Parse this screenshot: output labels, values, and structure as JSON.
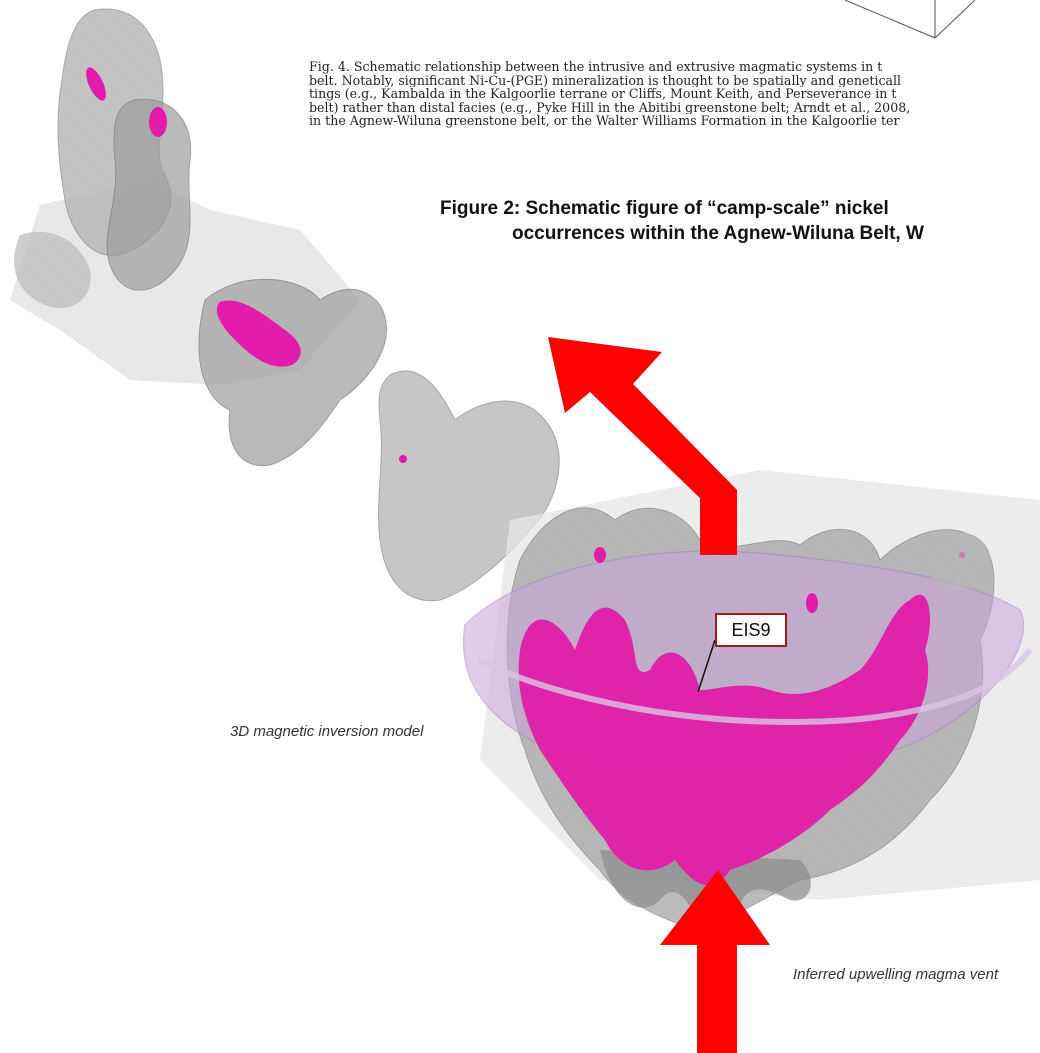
{
  "caption": {
    "lines": [
      "Fig. 4.  Schematic relationship between the intrusive and extrusive magmatic systems in t",
      "belt. Notably, significant Ni-Cu-(PGE) mineralization is thought to be spatially and geneticall",
      "tings (e.g., Kambalda in the Kalgoorlie terrane or Cliffs, Mount Keith, and Perseverance in t",
      "belt) rather than distal facies (e.g., Pyke Hill in the Abitibi greenstone belt; Arndt et al., 2008,",
      "in the Agnew-Wiluna greenstone belt, or the Walter Williams Formation in the Kalgoorlie ter"
    ]
  },
  "figure_title": {
    "line1": "Figure 2: Schematic figure of “camp-scale” nickel",
    "line2": "occurrences within the Agnew-Wiluna Belt, W"
  },
  "labels": {
    "model": "3D magnetic inversion model",
    "vent": "Inferred upwelling magma vent",
    "eis": "EIS9"
  },
  "colors": {
    "magenta": "#e21ca8",
    "arrow_red": "#ff0000",
    "shell_grey": "#9a9a9a",
    "lavender": "#c9a6dc"
  }
}
